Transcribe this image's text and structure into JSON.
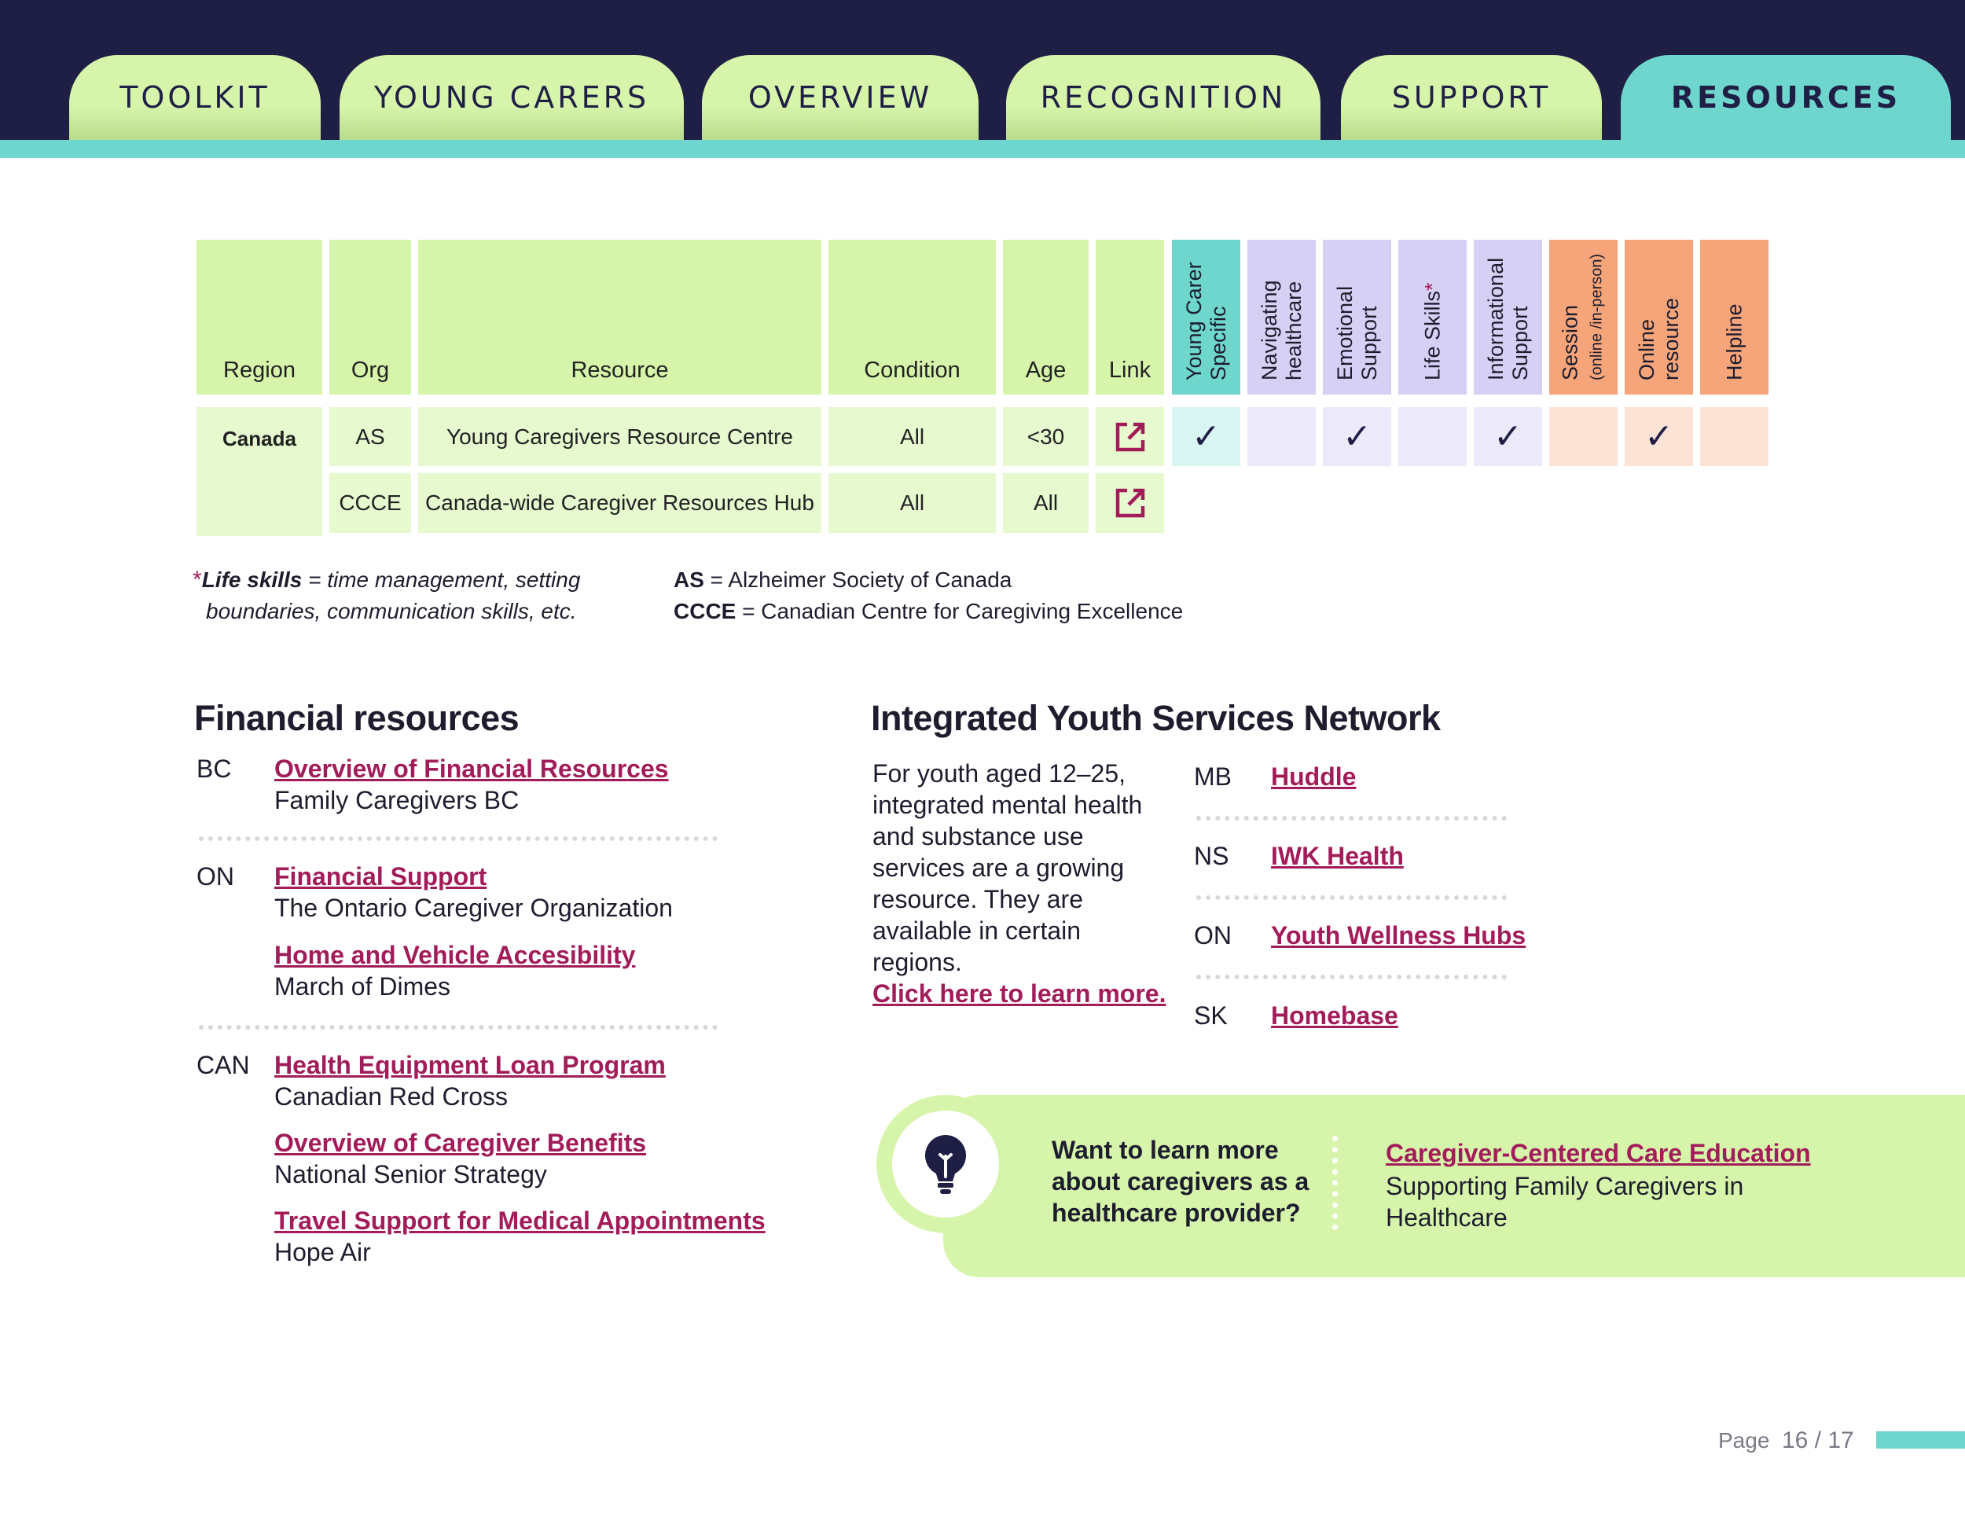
{
  "tabs": [
    "TOOLKIT",
    "YOUNG CARERS",
    "OVERVIEW",
    "RECOGNITION",
    "SUPPORT",
    "RESOURCES"
  ],
  "active_tab": "RESOURCES",
  "table": {
    "headers": {
      "region": "Region",
      "org": "Org",
      "resource": "Resource",
      "condition": "Condition",
      "age": "Age",
      "link": "Link"
    },
    "support_headers": [
      {
        "line1": "Young Carer",
        "line2": "Specific"
      },
      {
        "line1": "Navigating",
        "line2": "healthcare"
      },
      {
        "line1": "Emotional",
        "line2": "Support"
      },
      {
        "line1": "Life Skills",
        "line2": ""
      },
      {
        "line1": "Informational",
        "line2": "Support"
      },
      {
        "line1": "Session",
        "line2": "(online /in-person)"
      },
      {
        "line1": "Online",
        "line2": "resource"
      },
      {
        "line1": "Helpline",
        "line2": ""
      }
    ],
    "region_value": "Canada",
    "rows": [
      {
        "org": "AS",
        "resource": "Young Caregivers Resource Centre",
        "condition": "All",
        "age": "<30",
        "checks": [
          true,
          false,
          true,
          false,
          true,
          false,
          true,
          false
        ]
      },
      {
        "org": "CCCE",
        "resource": "Canada-wide Caregiver Resources Hub",
        "condition": "All",
        "age": "All",
        "checks": []
      }
    ],
    "check_glyph": "✓",
    "asterisk": "*"
  },
  "notes": {
    "life_skills_term": "Life skills",
    "life_skills_def_1": " = time management, setting",
    "life_skills_def_2": "boundaries, communication skills, etc.",
    "as_abbr": "AS",
    "as_def": " = Alzheimer Society of Canada",
    "ccce_abbr": "CCCE",
    "ccce_def": " = Canadian Centre for Caregiving Excellence"
  },
  "financial": {
    "title": "Financial resources",
    "entries": [
      {
        "region": "BC",
        "link": "Overview of Financial Resources",
        "org": "Family Caregivers BC"
      },
      {
        "region": "ON",
        "link": "Financial Support",
        "org": "The Ontario Caregiver Organization"
      },
      {
        "region": "",
        "link": "Home and Vehicle Accesibility",
        "org": "March of Dimes"
      },
      {
        "region": "CAN",
        "link": "Health Equipment Loan Program",
        "org": "Canadian Red Cross"
      },
      {
        "region": "",
        "link": "Overview of Caregiver Benefits",
        "org": "National Senior Strategy"
      },
      {
        "region": "",
        "link": "Travel Support for Medical Appointments",
        "org": "Hope Air"
      }
    ]
  },
  "youth": {
    "title": "Integrated Youth Services Network",
    "description": "For youth aged 12–25, integrated mental health and substance use services are a growing resource. They are available in certain regions.",
    "learn_more": "Click here to learn more.",
    "entries": [
      {
        "region": "MB",
        "link": "Huddle"
      },
      {
        "region": "NS",
        "link": "IWK Health"
      },
      {
        "region": "ON",
        "link": "Youth Wellness Hubs"
      },
      {
        "region": "SK",
        "link": "Homebase"
      }
    ]
  },
  "callout": {
    "icon": "lightbulb-icon",
    "question": "Want to learn more about caregivers as a healthcare provider?",
    "link": "Caregiver-Centered Care Education",
    "desc": "Supporting Family Caregivers in Healthcare"
  },
  "page": {
    "label": "Page",
    "number": "16 / 17"
  },
  "colors": {
    "navy": "#1f1f45",
    "lime": "#d6f5ab",
    "cyan": "#6fd6cd",
    "lavender": "#d7d0f5",
    "salmon": "#f6a57a",
    "link": "#a21c5a"
  }
}
